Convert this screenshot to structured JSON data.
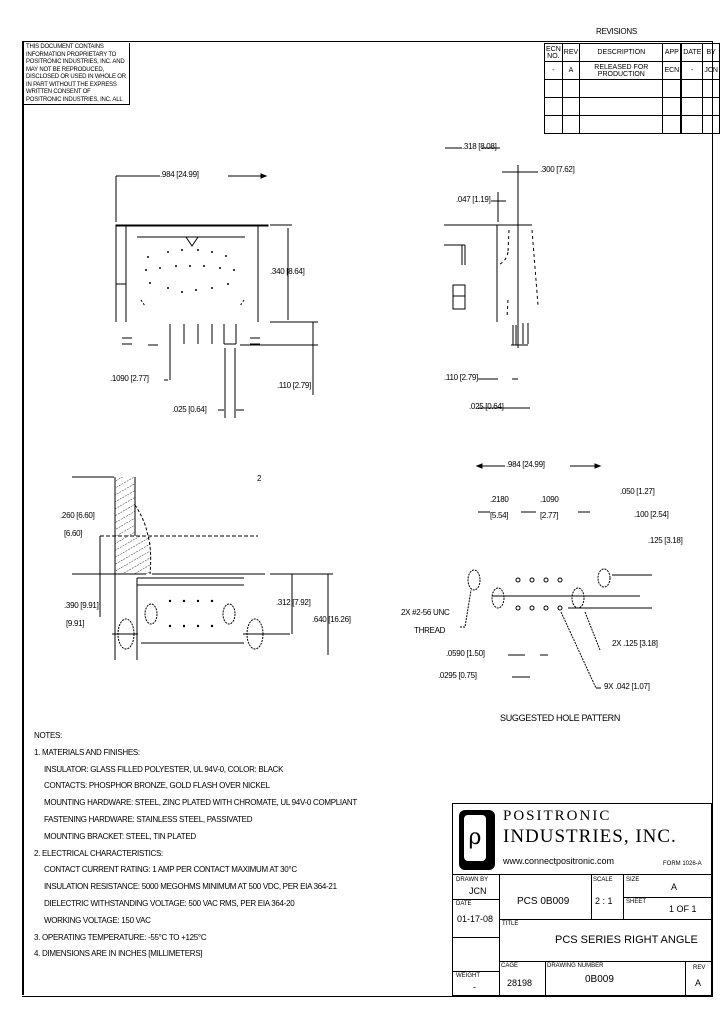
{
  "revisions": {
    "title": "REVISIONS",
    "headers": [
      "ECN NO.",
      "REV",
      "DESCRIPTION",
      "APP",
      "DATE",
      "BY"
    ],
    "rows": [
      [
        "-",
        "A",
        "RELEASED FOR PRODUCTION",
        "ECN",
        "-",
        "JCN"
      ],
      [
        "",
        "",
        "",
        "",
        "",
        ""
      ],
      [
        "",
        "",
        "",
        "",
        "",
        ""
      ],
      [
        "",
        "",
        "",
        "",
        "",
        ""
      ]
    ]
  },
  "proprietary_note": "THIS DOCUMENT CONTAINS INFORMATION PROPRIETARY TO POSITRONIC INDUSTRIES, INC. AND MAY NOT BE REPRODUCED, DISCLOSED OR USED IN WHOLE OR IN PART WITHOUT THE EXPRESS WRITTEN CONSENT OF POSITRONIC INDUSTRIES, INC. ALL RIGHTS RESERVED.",
  "front_view": {
    "overall_width": ".984 [24.99]",
    "height": ".340 [8.64]",
    "contact_pitch": ".1090 [2.77]",
    "tail_length": ".110 [2.79]",
    "tail_width": ".025 [0.64]"
  },
  "side_view": {
    "dim_top": ".318 [8.08]",
    "dim_offset": ".300 [7.62]",
    "dim_flange": ".047 [1.19]",
    "dim_tail_1": ".110 [2.79]",
    "dim_tail_2": ".025 [0.64]"
  },
  "mount_view": {
    "panel_dim_1": ".260 [6.60]",
    "panel_dim_1_metric": "[6.60]",
    "panel_dim_2": ".390 [9.91]",
    "panel_dim_2_metric": "[9.91]",
    "height_dim": ".312 [7.92]",
    "overall_dim": ".640 [16.26]",
    "top_mark": "2"
  },
  "hole_pattern": {
    "title": "SUGGESTED HOLE PATTERN",
    "overall": ".984 [24.99]",
    "left_dim": ".2180",
    "left_dim_metric": "[5.54]",
    "right_dim": ".1090",
    "right_dim_metric": "[2.77]",
    "row_dim_1": ".050 [1.27]",
    "row_dim_2": ".100 [2.54]",
    "row_dim_3": ".125 [3.18]",
    "standoff_label_1": "2X #2-56 UNC",
    "standoff_label_2": "THREAD",
    "hole_callout_1": "2X .125 [3.18]",
    "hole_callout_2": "9X .042 [1.07]",
    "pitch_dim_1": ".0590 [1.50]",
    "pitch_dim_2": ".0295 [0.75]"
  },
  "notes": {
    "heading": "NOTES:",
    "items": [
      {
        "text": "1. MATERIALS AND FINISHES:",
        "indent": false
      },
      {
        "text": "INSULATOR: GLASS FILLED POLYESTER, UL 94V-0, COLOR: BLACK",
        "indent": true
      },
      {
        "text": "CONTACTS: PHOSPHOR BRONZE, GOLD FLASH OVER NICKEL",
        "indent": true
      },
      {
        "text": "MOUNTING HARDWARE: STEEL, ZINC PLATED WITH CHROMATE, UL 94V-0 COMPLIANT",
        "indent": true
      },
      {
        "text": "FASTENING HARDWARE: STAINLESS STEEL, PASSIVATED",
        "indent": true
      },
      {
        "text": "MOUNTING BRACKET: STEEL, TIN PLATED",
        "indent": true
      },
      {
        "text": "2. ELECTRICAL CHARACTERISTICS:",
        "indent": false
      },
      {
        "text": "CONTACT CURRENT RATING: 1 AMP PER CONTACT MAXIMUM AT 30°C",
        "indent": true
      },
      {
        "text": "INSULATION RESISTANCE: 5000 MEGOHMS MINIMUM AT 500 VDC, PER EIA 364-21",
        "indent": true
      },
      {
        "text": "DIELECTRIC WITHSTANDING VOLTAGE: 500 VAC RMS, PER EIA 364-20",
        "indent": true
      },
      {
        "text": "WORKING VOLTAGE: 150 VAC",
        "indent": true
      },
      {
        "text": "3. OPERATING TEMPERATURE: -55°C TO +125°C",
        "indent": false
      },
      {
        "text": "4. DIMENSIONS ARE IN INCHES [MILLIMETERS]",
        "indent": false
      }
    ]
  },
  "title_block": {
    "company_line_1": "POSITRONIC",
    "company_line_2": "INDUSTRIES, INC.",
    "website": "www.connectpositronic.com",
    "form_no": "FORM 1026-A",
    "drawn_label": "DRAWN BY",
    "drawn_value": "JCN",
    "date_label": "DATE",
    "date_value": "01-17-08",
    "part_no": "PCS 0B009",
    "scale_label": "SCALE",
    "scale_value": "2 : 1",
    "size_label": "SIZE",
    "size_value": "A",
    "sheet_label": "SHEET",
    "sheet_value": "1 OF 1",
    "rev_label": "REV",
    "rev_value": "A",
    "title_label": "TITLE",
    "title_value": "PCS SERIES RIGHT ANGLE",
    "cage_label": "CAGE",
    "cage_value": "28198",
    "drawing_no_label": "DRAWING NUMBER",
    "drawing_no_value": "0B009",
    "weight_label": "WEIGHT",
    "weight_value": "-"
  }
}
